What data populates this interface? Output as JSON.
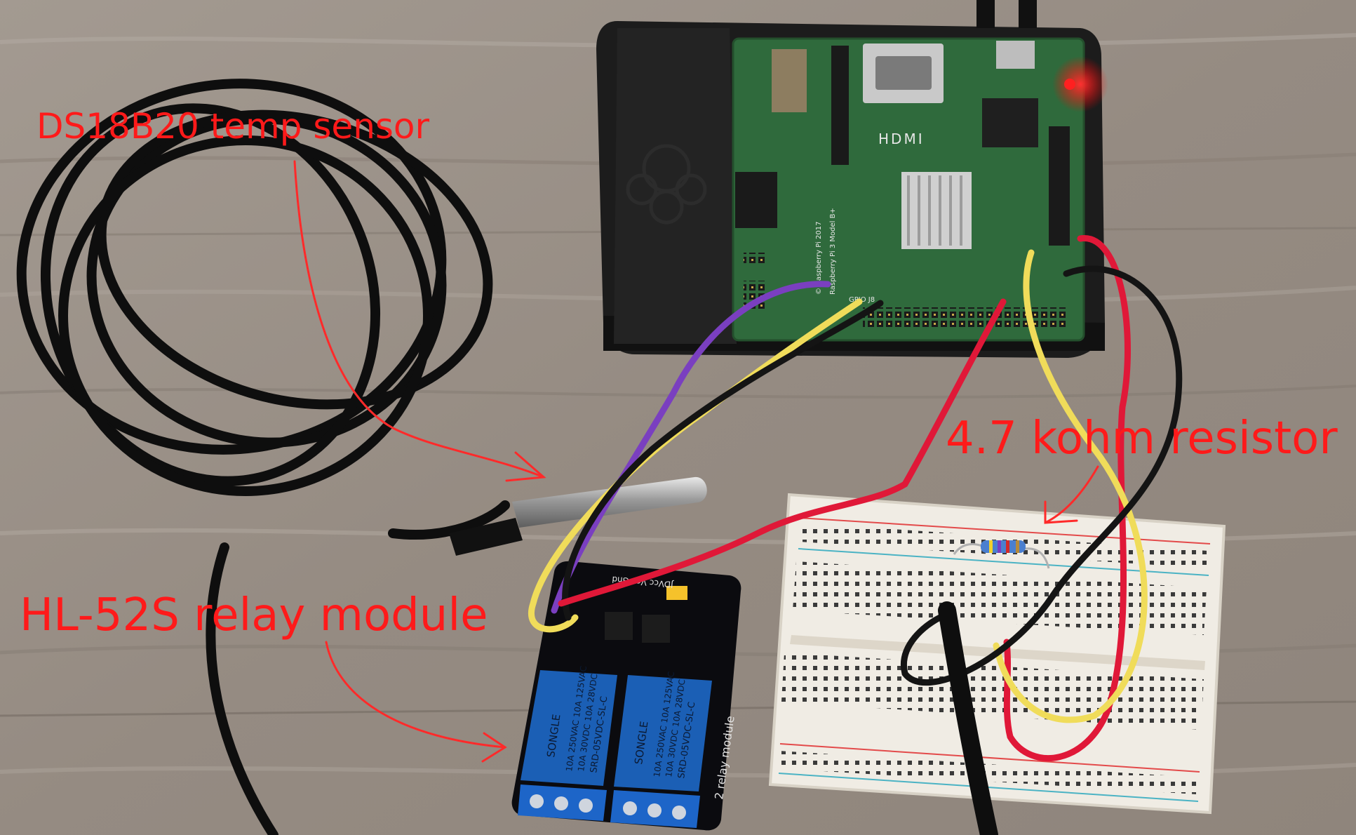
{
  "annotations": {
    "color": "#ff1a1a",
    "sensor_label": "DS18B20 temp sensor",
    "resistor_label": "4.7 kohm resistor",
    "relay_label": "HL-52S relay module"
  },
  "board": {
    "hdmi_silk": "HDMI",
    "model_silk": "Raspberry Pi 3 Model B+",
    "year_silk": "© Raspberry Pi 2017",
    "gpio_silk": "GPIO J8"
  },
  "relay_module": {
    "relay_brand": "SONGLE",
    "relay_model": "SRD-05VDC-SL-C",
    "rating_1": "10A 250VAC 10A 125VAC",
    "rating_2": "10A 30VDC 10A 28VDC",
    "board_silk": "2 relay module",
    "pins_silk": "JDVcc Vcc Gnd"
  },
  "colors": {
    "wood": "#9c938a",
    "cable": "#0e0e0e",
    "case": "#1c1c1c",
    "pcb": "#2f6a3c",
    "relay_pcb": "#0b0b0f",
    "relay_blue": "#1b5fb5",
    "breadboard": "#f0ece4",
    "wire_red": "#e01838",
    "wire_yellow": "#f0dc5a",
    "wire_purple": "#7a3fc0",
    "wire_black": "#141414"
  }
}
